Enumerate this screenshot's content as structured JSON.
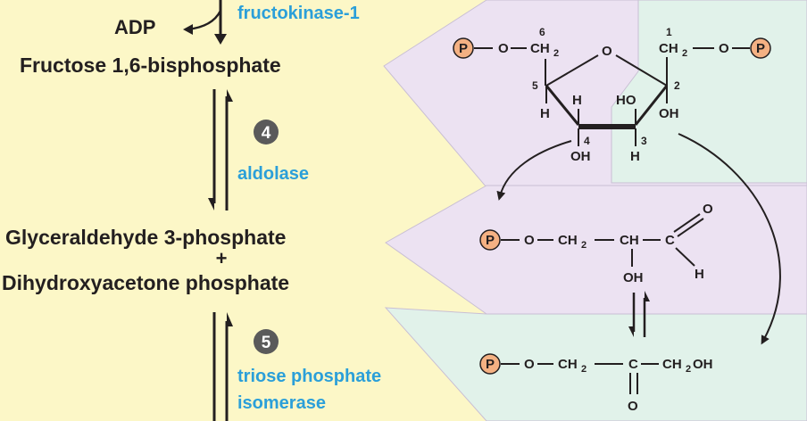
{
  "pathway": {
    "adp": "ADP",
    "enzyme_top": "fructokinase-1",
    "fructose_bp": "Fructose 1,6-bisphosphate",
    "step4": "4",
    "enzyme4": "aldolase",
    "g3p": "Glyceraldehyde 3-phosphate",
    "plus": "+",
    "dhap": "Dihydroxyacetone phosphate",
    "step5": "5",
    "enzyme5_line1": "triose phosphate",
    "enzyme5_line2": "isomerase"
  },
  "structures": {
    "phosphate": "P",
    "o_bond": "O",
    "ch2": "CH",
    "sub2": "2",
    "ring_o": "O",
    "c6": "6",
    "c5": "5",
    "c4": "4",
    "c3": "3",
    "c2": "2",
    "c1": "1",
    "h": "H",
    "ho": "HO",
    "oh": "OH",
    "ch": "CH",
    "c": "C",
    "o": "O",
    "ch2oh_a": "CH",
    "ch2oh_b": "OH"
  },
  "colors": {
    "left_panel": "#fcf7c7",
    "lavender": "#ece2f2",
    "mint": "#e1f2ea",
    "enzyme_text": "#2b9fd9",
    "step_circle": "#5a5a5a",
    "phosphate_fill": "#f4b183"
  }
}
